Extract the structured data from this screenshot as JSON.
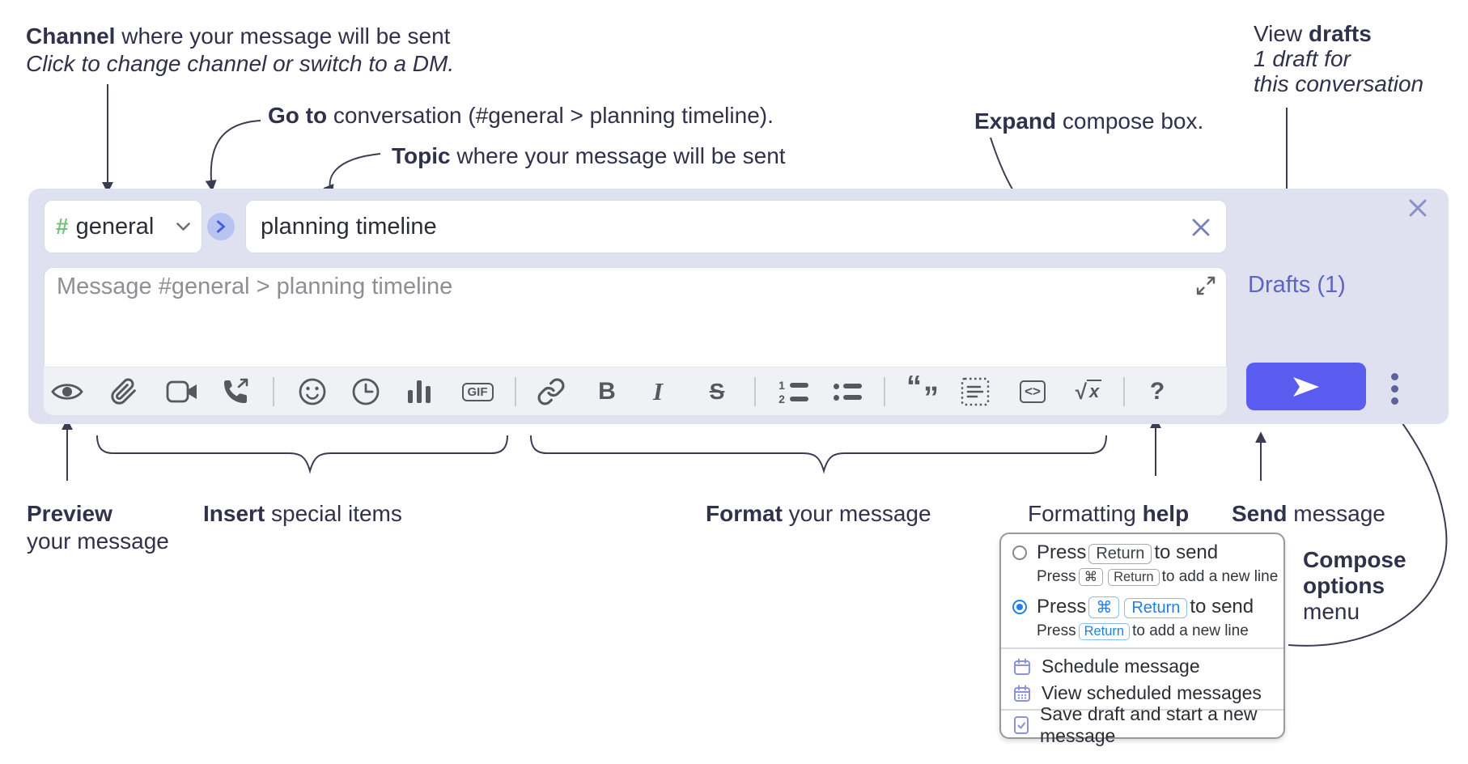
{
  "annotations": {
    "channel_line1_bold": "Channel",
    "channel_line1_rest": " where your message will be sent",
    "channel_line2": "Click to change channel or switch to a DM.",
    "goto_bold": "Go to",
    "goto_rest": " conversation (#general > planning timeline).",
    "topic_bold": "Topic",
    "topic_rest": " where your message will be sent",
    "expand_bold": "Expand",
    "expand_rest": " compose box.",
    "drafts_line1_pre": "View ",
    "drafts_line1_bold": "drafts",
    "drafts_line2": "1 draft for",
    "drafts_line3": "this conversation",
    "preview_bold": "Preview",
    "preview_line2": "your message",
    "insert_bold": "Insert",
    "insert_rest": " special items",
    "format_bold": "Format",
    "format_rest": " your message",
    "help_pre": "Formatting ",
    "help_bold": "help",
    "send_bold": "Send",
    "send_rest": " message",
    "compose_line1": "Compose",
    "compose_line2": "options",
    "compose_line3": "menu"
  },
  "composer": {
    "channel_hash": "#",
    "channel_name": "general",
    "topic_value": "planning timeline",
    "message_placeholder": "Message #general > planning timeline",
    "drafts_label": "Drafts (1)"
  },
  "toolbar": {
    "gif_label": "GIF",
    "bold_label": "B",
    "italic_label": "I",
    "strike_label": "S",
    "ol_1": "1",
    "ol_2": "2",
    "quote_open": "“",
    "quote_close": "”",
    "code_label": "<>",
    "sqrt_root": "√",
    "sqrt_x": "x",
    "help_label": "?"
  },
  "menu": {
    "option1": {
      "press": "Press",
      "key1": "Return",
      "suffix": "to send",
      "sub_press": "Press",
      "sub_key1": "⌘",
      "sub_key2": "Return",
      "sub_suffix": "to add a new line"
    },
    "option2": {
      "press": "Press",
      "key1": "⌘",
      "key2": "Return",
      "suffix": "to send",
      "sub_press": "Press",
      "sub_key1": "Return",
      "sub_suffix": "to add a new line"
    },
    "items": {
      "schedule": "Schedule message",
      "view_scheduled": "View scheduled messages",
      "save_draft": "Save draft and start a new message"
    }
  },
  "colors": {
    "accent_indigo": "#5a5cf0",
    "composer_bg": "#dfe1f1",
    "channel_green": "#74c27d",
    "radio_blue": "#2180e8",
    "menu_icon_periwinkle": "#8d92dc",
    "drafts_link": "#5c66bd"
  }
}
